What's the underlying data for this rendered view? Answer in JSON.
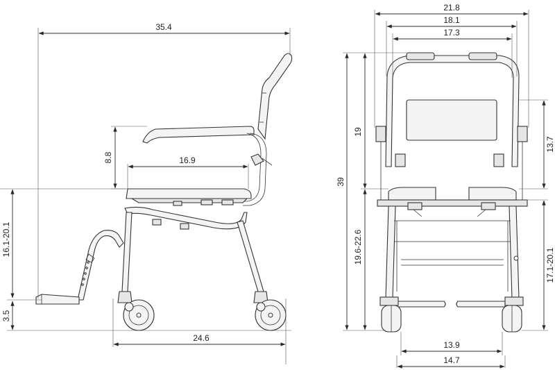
{
  "side_view": {
    "overall_length": "35.4",
    "armrest_height": "8.8",
    "seat_depth": "16.9",
    "footrest_height_range": "16.1-20.1",
    "footrest_clearance": "3.5",
    "base_length": "24.6"
  },
  "front_view": {
    "overall_width": "21.8",
    "width_between_armrests": "18.1",
    "seat_width": "17.3",
    "overall_height": "39",
    "backrest_height": "19",
    "backrest_panel_height": "13.7",
    "seat_height_range": "19.6-22.6",
    "seat_to_floor_range": "17.1-20.1",
    "inner_wheel_width": "13.9",
    "outer_wheel_width": "14.7"
  }
}
